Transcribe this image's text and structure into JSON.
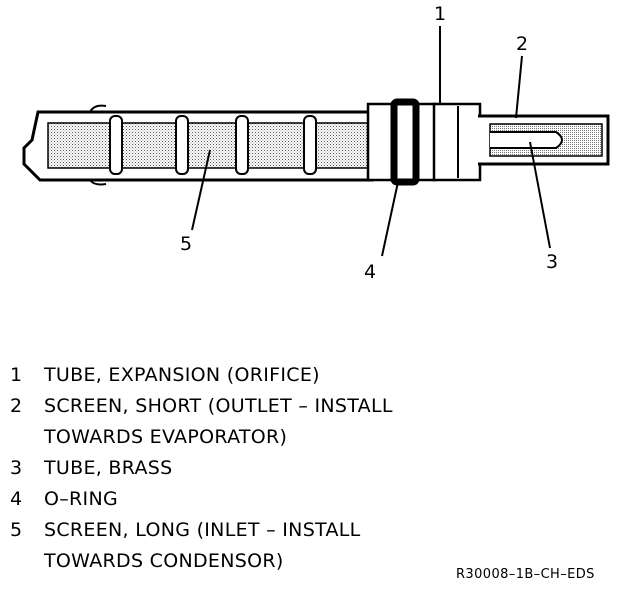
{
  "callouts": {
    "n1": "1",
    "n2": "2",
    "n3": "3",
    "n4": "4",
    "n5": "5"
  },
  "legend": {
    "items": [
      {
        "num": "1",
        "lines": [
          "TUBE, EXPANSION (ORIFICE)"
        ]
      },
      {
        "num": "2",
        "lines": [
          "SCREEN, SHORT (OUTLET – INSTALL",
          "TOWARDS EVAPORATOR)"
        ]
      },
      {
        "num": "3",
        "lines": [
          "TUBE, BRASS"
        ]
      },
      {
        "num": "4",
        "lines": [
          "O–RING"
        ]
      },
      {
        "num": "5",
        "lines": [
          "SCREEN, LONG (INLET – INSTALL",
          "TOWARDS CONDENSOR)"
        ]
      }
    ]
  },
  "figure_code": "R30008–1B–CH–EDS"
}
